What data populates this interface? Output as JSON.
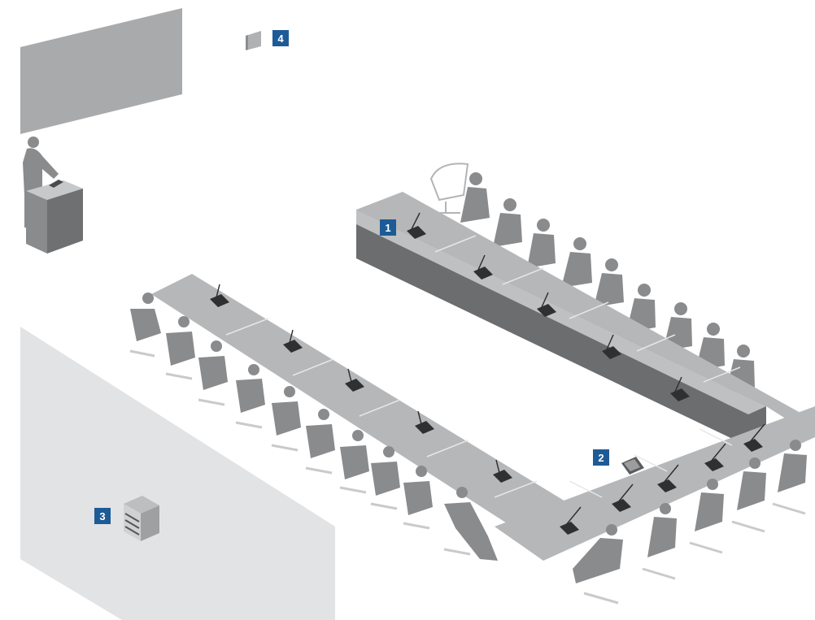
{
  "colors": {
    "badge_fill": "#1d5b96",
    "badge_text": "#ffffff",
    "table_top": "#b6b7b9",
    "table_front": "#6c6d6f",
    "table_front_dark": "#58595b",
    "table_line": "#e6e6e6",
    "person": "#8a8b8d",
    "chair": "#c9cacb",
    "wall": "#e2e3e4",
    "screen": "#a9aaac",
    "device": "#2f3031"
  },
  "icons": [
    "projection-screen",
    "lectern",
    "speaker-person",
    "delegate-unit",
    "chair",
    "seated-person",
    "touch-panel",
    "equipment-rack",
    "wall-speaker"
  ],
  "callouts": [
    {
      "id": "1",
      "label": "1"
    },
    {
      "id": "2",
      "label": "2"
    },
    {
      "id": "3",
      "label": "3"
    },
    {
      "id": "4",
      "label": "4"
    }
  ]
}
